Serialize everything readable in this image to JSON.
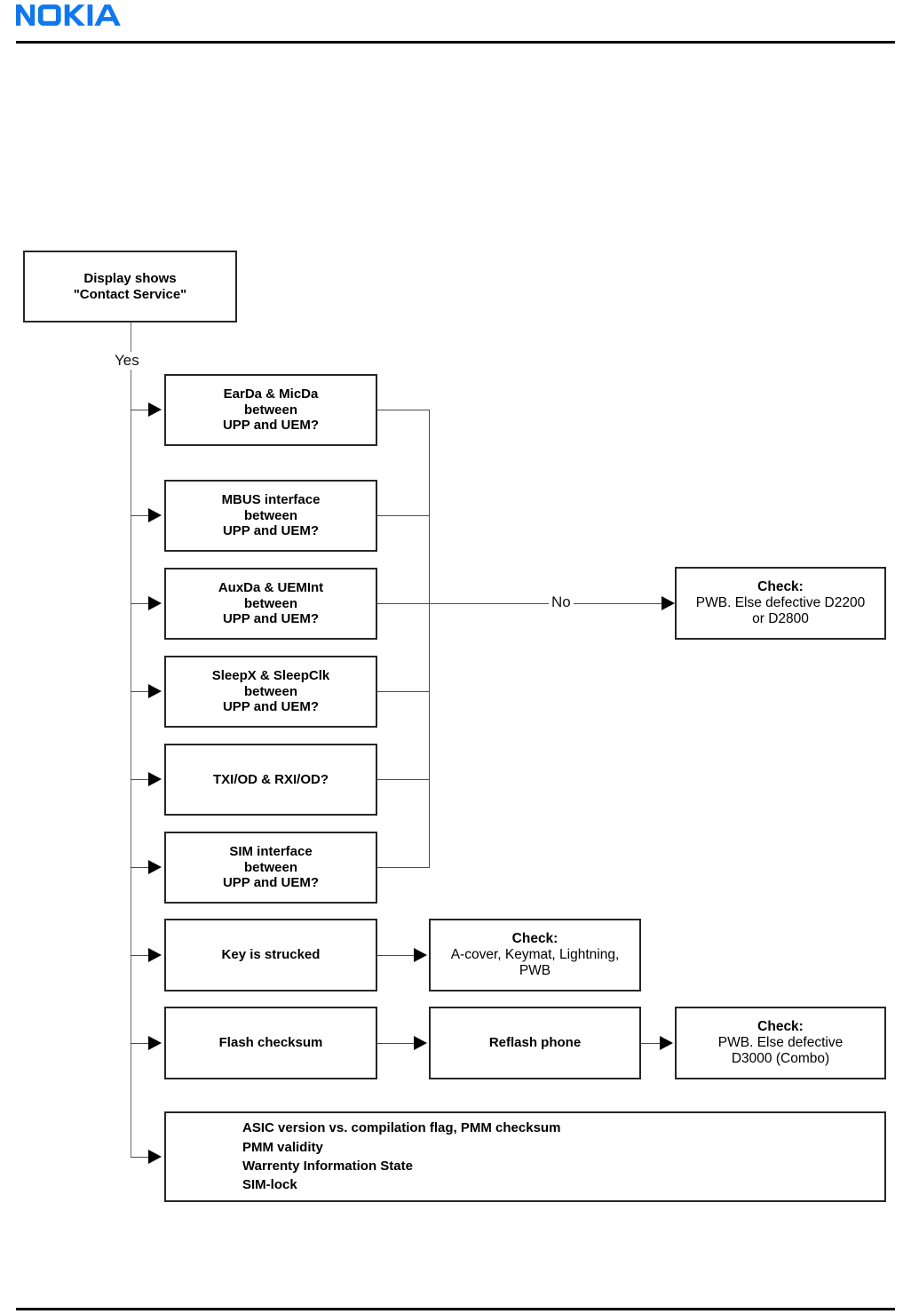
{
  "document": {
    "brand": "NOKIA",
    "brand_color": "#1077EE"
  },
  "diagram": {
    "type": "flowchart",
    "start": {
      "line1": "Display shows",
      "line2": "\"Contact Service\""
    },
    "branch_labels": {
      "yes": "Yes",
      "no": "No"
    },
    "checks": [
      {
        "id": "earda-micda",
        "line1": "EarDa & MicDa",
        "line2": "between",
        "line3": "UPP and UEM?"
      },
      {
        "id": "mbus",
        "line1": "MBUS interface",
        "line2": "between",
        "line3": "UPP and UEM?"
      },
      {
        "id": "auxda-uemint",
        "line1": "AuxDa & UEMInt",
        "line2": "between",
        "line3": "UPP and UEM?"
      },
      {
        "id": "sleepx-sleepclk",
        "line1": "SleepX & SleepClk",
        "line2": "between",
        "line3": "UPP and UEM?"
      },
      {
        "id": "txi-rxi",
        "line1": "TXI/OD & RXI/OD?",
        "line2": "",
        "line3": ""
      },
      {
        "id": "sim-interface",
        "line1": "SIM interface",
        "line2": "between",
        "line3": "UPP and UEM?"
      }
    ],
    "result_pwb": {
      "heading": "Check:",
      "line1": "PWB. Else defective D2200",
      "line2": "or D2800"
    },
    "key_branch": {
      "source": "Key is strucked",
      "result": {
        "heading": "Check:",
        "line1": "A-cover, Keymat, Lightning,",
        "line2": "PWB"
      }
    },
    "flash_branch": {
      "source": "Flash checksum",
      "action": "Reflash phone",
      "result": {
        "heading": "Check:",
        "line1": "PWB. Else defective",
        "line2": "D3000 (Combo)"
      }
    },
    "final_checks": {
      "line1": "ASIC version vs. compilation flag, PMM checksum",
      "line2": "PMM validity",
      "line3": "Warrenty Information State",
      "line4": "SIM-lock"
    }
  }
}
